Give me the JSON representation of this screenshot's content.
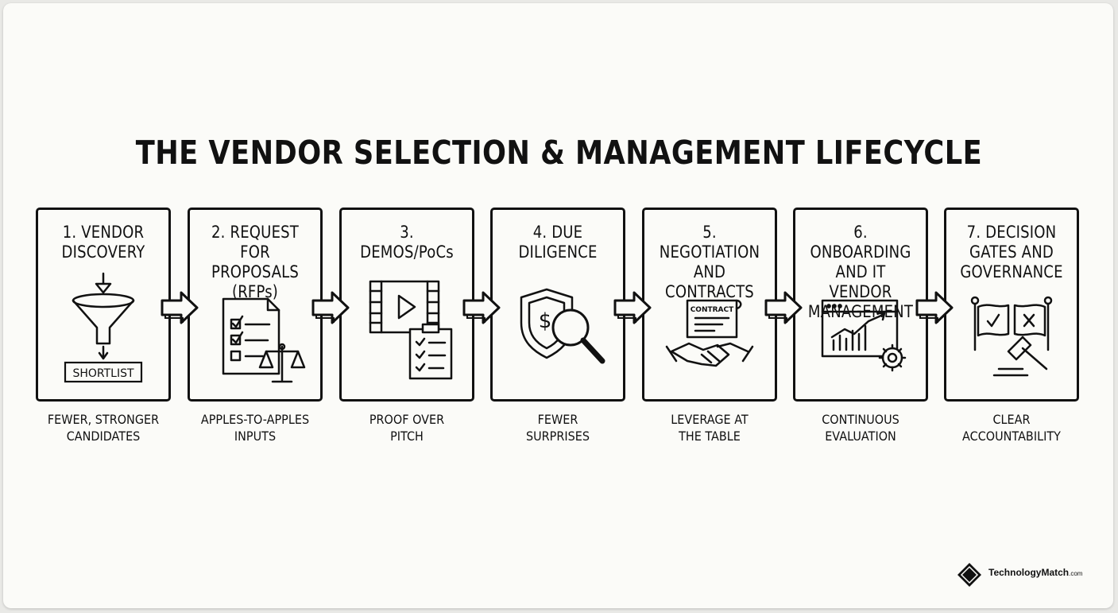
{
  "title": "THE VENDOR SELECTION & MANAGEMENT LIFECYCLE",
  "steps": [
    {
      "title": "1. VENDOR\nDISCOVERY",
      "caption": "FEWER, STRONGER\nCANDIDATES",
      "icon": "funnel-icon",
      "tag": "SHORTLIST"
    },
    {
      "title": "2. REQUEST\nFOR PROPOSALS\n(RFPs)",
      "caption": "APPLES-TO-APPLES\nINPUTS",
      "icon": "checklist-scales-icon"
    },
    {
      "title": "3. DEMOS/PoCs",
      "caption": "PROOF OVER\nPITCH",
      "icon": "video-clipboard-icon"
    },
    {
      "title": "4. DUE\nDILIGENCE",
      "caption": "FEWER\nSURPRISES",
      "icon": "shield-magnifier-icon"
    },
    {
      "title": "5. NEGOTIATION\nAND\nCONTRACTS",
      "caption": "LEVERAGE AT\nTHE TABLE",
      "icon": "contract-handshake-icon",
      "tag": "CONTRACT"
    },
    {
      "title": "6. ONBOARDING\nAND IT VENDOR\nMANAGEMENT",
      "caption": "CONTINUOUS\nEVALUATION",
      "icon": "dashboard-gear-icon"
    },
    {
      "title": "7. DECISION\nGATES AND\nGOVERNANCE",
      "caption": "CLEAR\nACCOUNTABILITY",
      "icon": "gates-gavel-icon"
    }
  ],
  "logo": {
    "name": "TechnologyMatch",
    "suffix": ".com"
  }
}
